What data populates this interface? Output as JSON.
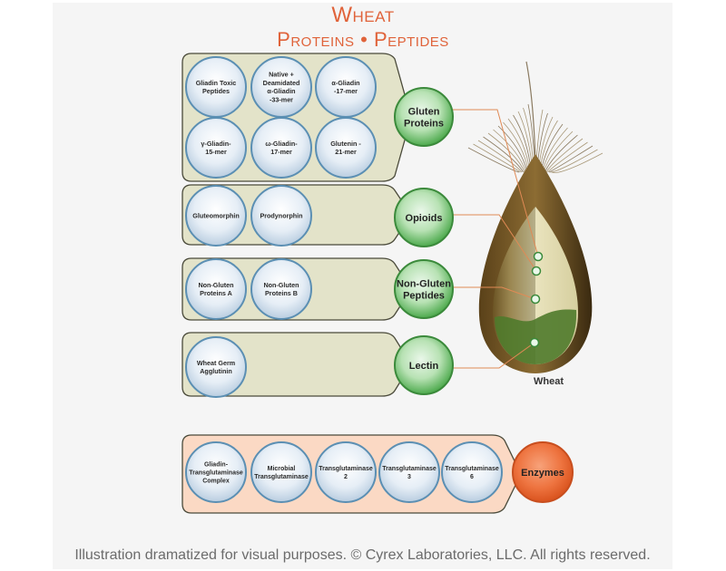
{
  "title": {
    "line1": "Wheat",
    "line2": "Proteins • Peptides"
  },
  "groups": [
    {
      "category": [
        "Gluten",
        "Proteins"
      ],
      "category_color": "green",
      "items": [
        [
          "Gliadin Toxic",
          "Peptides"
        ],
        [
          "Native +",
          "Deamidated",
          "α-Gliadin",
          "-33-mer"
        ],
        [
          "α-Gliadin",
          "-17-mer"
        ],
        [
          "γ-Gliadin-",
          "15-mer"
        ],
        [
          "ω-Gliadin-",
          "17-mer"
        ],
        [
          "Glutenin -",
          "21-mer"
        ]
      ]
    },
    {
      "category": [
        "Opioids"
      ],
      "category_color": "green",
      "items": [
        [
          "Gluteomorphin"
        ],
        [
          "Prodynorphin"
        ]
      ]
    },
    {
      "category": [
        "Non-Gluten",
        "Peptides"
      ],
      "category_color": "green",
      "items": [
        [
          "Non-Gluten",
          "Proteins A"
        ],
        [
          "Non-Gluten",
          "Proteins B"
        ]
      ]
    },
    {
      "category": [
        "Lectin"
      ],
      "category_color": "green",
      "items": [
        [
          "Wheat Germ",
          "Agglutinin"
        ]
      ]
    },
    {
      "category": [
        "Enzymes"
      ],
      "category_color": "orange",
      "items": [
        [
          "Gliadin-",
          "Transglutaminase",
          "Complex"
        ],
        [
          "Microbial",
          "Transglutaminase"
        ],
        [
          "Transglutaminase",
          "2"
        ],
        [
          "Transglutaminase",
          "3"
        ],
        [
          "Transglutaminase",
          "6"
        ]
      ]
    }
  ],
  "wheat_label": "Wheat",
  "footer": "Illustration dramatized for visual purposes. © Cyrex Laboratories, LLC. All rights reserved.",
  "colors": {
    "title": "#e0633a",
    "connector": "#e08a55",
    "green_panel": "#e3e3c9",
    "orange_panel": "#fbd9c4",
    "bubble_border": "#5b8fb3",
    "green_circle": "#5cb85c",
    "orange_circle": "#e8642c"
  }
}
